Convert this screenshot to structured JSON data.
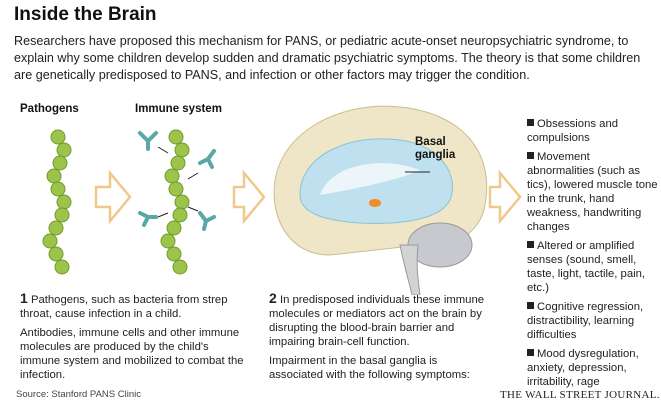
{
  "title": "Inside the Brain",
  "intro": "Researchers have proposed this mechanism for PANS, or pediatric acute-onset neuropsychiatric syndrome, to explain why some children develop sudden and dramatic psychiatric symptoms. The theory is that some children are genetically predisposed to PANS, and infection or other factors may trigger the condition.",
  "labels": {
    "pathogens": "Pathogens",
    "immune_system": "Immune system",
    "basal_ganglia": "Basal ganglia"
  },
  "step1": {
    "number": "1",
    "lead": "Pathogens, such as bacteria from strep throat, cause infection in a child.",
    "body": "Antibodies, immune cells and other immune molecules are produced by the child's immune system and mobilized to combat the infection."
  },
  "step2": {
    "number": "2",
    "lead": "In predisposed individuals these immune molecules or mediators act on the brain by disrupting the blood-brain barrier and impairing brain-cell function.",
    "body": "Impairment in the basal ganglia is associated with the following symptoms:"
  },
  "symptoms": [
    "Obsessions and compulsions",
    "Movement abnormalities (such as tics), lowered muscle tone in the trunk, hand weakness, handwriting changes",
    "Altered or amplified senses (sound, smell, taste, light, tactile, pain, etc.)",
    "Cognitive regression, distractibility, learning difficulties",
    "Mood dysregulation, anxiety, depression, irritability, rage"
  ],
  "source": "Source: Stanford PANS Clinic",
  "publisher": "THE WALL STREET JOURNAL.",
  "colors": {
    "bacteria": "#9cc34a",
    "antibody": "#5aa7a8",
    "arrow": "#f0c98a",
    "brain": "#efe6c8",
    "ventricle": "#bfe0ee",
    "basal": "#f28c28"
  }
}
